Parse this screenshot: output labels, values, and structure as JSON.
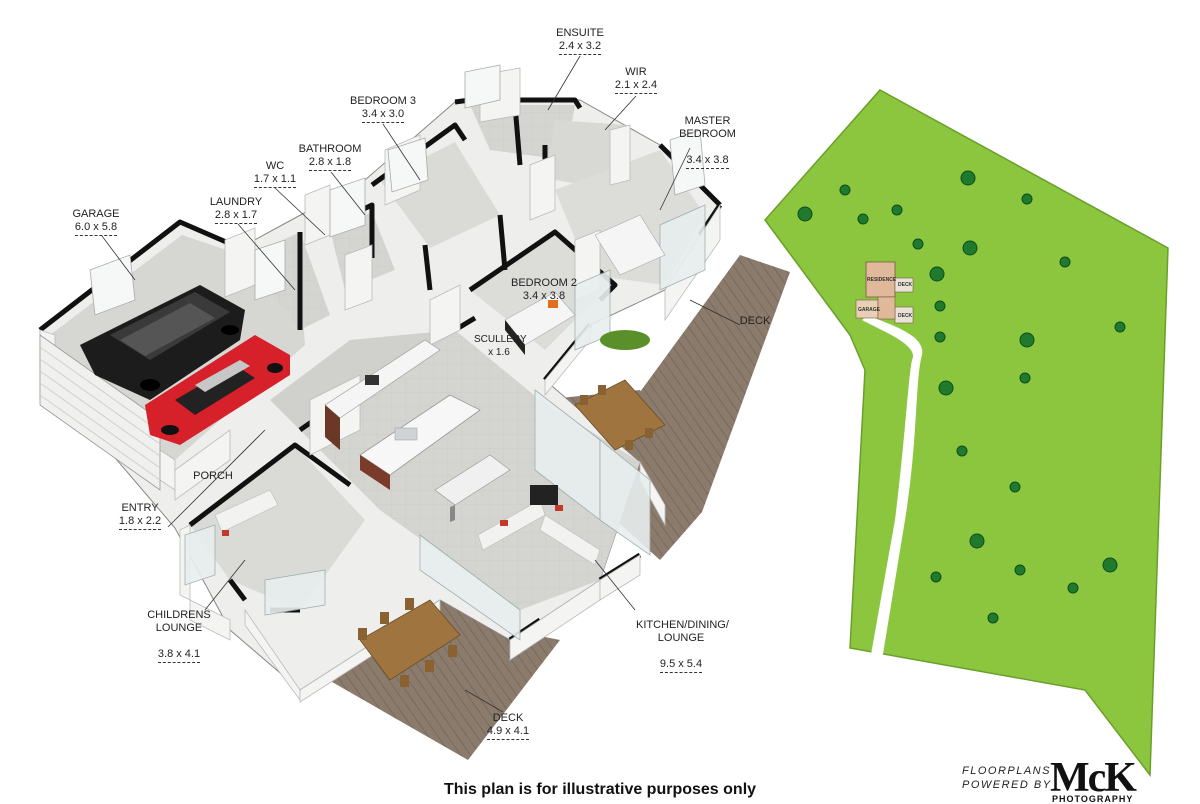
{
  "rooms": [
    {
      "id": "ensuite",
      "name": "ENSUITE",
      "dims": "2.4 x 3.2"
    },
    {
      "id": "wir",
      "name": "WIR",
      "dims": "2.1 x 2.4"
    },
    {
      "id": "master",
      "name": "MASTER\nBEDROOM",
      "dims": "3.4 x 3.8"
    },
    {
      "id": "bedroom3",
      "name": "BEDROOM 3",
      "dims": "3.4 x 3.0"
    },
    {
      "id": "bathroom",
      "name": "BATHROOM",
      "dims": "2.8 x 1.8"
    },
    {
      "id": "wc",
      "name": "WC",
      "dims": "1.7 x 1.1"
    },
    {
      "id": "laundry",
      "name": "LAUNDRY",
      "dims": "2.8 x 1.7"
    },
    {
      "id": "garage",
      "name": "GARAGE",
      "dims": "6.0 x 5.8"
    },
    {
      "id": "bedroom2",
      "name": "BEDROOM 2",
      "dims": "3.4 x 3.8"
    },
    {
      "id": "scullery",
      "name": "SCULLERY",
      "dims": "x 1.6"
    },
    {
      "id": "deck_right",
      "name": "DECK",
      "dims": ""
    },
    {
      "id": "porch",
      "name": "PORCH",
      "dims": ""
    },
    {
      "id": "entry",
      "name": "ENTRY",
      "dims": "1.8 x 2.2"
    },
    {
      "id": "childrens",
      "name": "CHILDRENS\nLOUNGE",
      "dims": "3.8 x 4.1"
    },
    {
      "id": "kitchen",
      "name": "KITCHEN/DINING/\nLOUNGE",
      "dims": "9.5 x 5.4"
    },
    {
      "id": "deck_bottom",
      "name": "DECK",
      "dims": "4.9 x 4.1"
    }
  ],
  "site": {
    "residence": "RESIDENCE",
    "garage": "GARAGE",
    "deck1": "DECK",
    "deck2": "DECK"
  },
  "colors": {
    "grass": "#8cc63e",
    "grass_edge": "#5f9a22",
    "tree": "#1f7a2e",
    "deck": "#8a7a6a",
    "floor": "#d9d9d6",
    "wall": "#f2f2f2",
    "wall_top": "#1a1a1a"
  },
  "footer": {
    "disclaimer": "This plan is for illustrative purposes only",
    "brand_small_1": "FLOORPLANS",
    "brand_small_2": "POWERED BY",
    "brand_big": "McK",
    "brand_sub": "PHOTOGRAPHY"
  }
}
